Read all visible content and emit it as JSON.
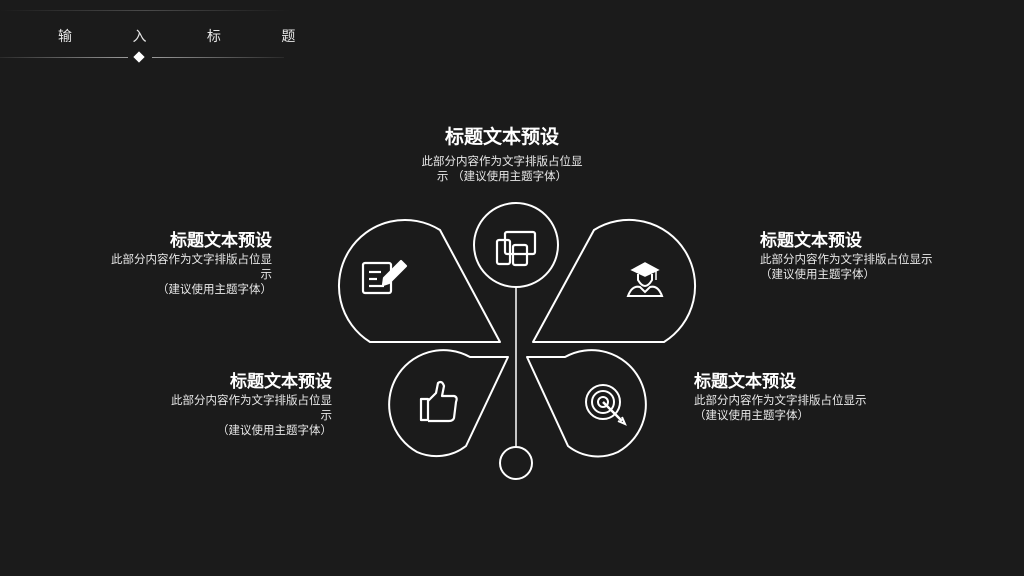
{
  "header": {
    "title": "输 入 标 题"
  },
  "blocks": {
    "top": {
      "title": "标题文本预设",
      "body": "此部分内容作为文字排版占位显示 （建议使用主题字体）"
    },
    "upper_left": {
      "title": "标题文本预设",
      "body": "此部分内容作为文字排版占位显示",
      "note": "（建议使用主题字体）"
    },
    "lower_left": {
      "title": "标题文本预设",
      "body": "此部分内容作为文字排版占位显示",
      "note": "（建议使用主题字体）"
    },
    "upper_right": {
      "title": "标题文本预设",
      "body": "此部分内容作为文字排版占位显示",
      "note": "（建议使用主题字体）"
    },
    "lower_right": {
      "title": "标题文本预设",
      "body": "此部分内容作为文字排版占位显示",
      "note": "（建议使用主题字体）"
    }
  },
  "icons": [
    "devices-icon",
    "edit-document-icon",
    "graduate-icon",
    "thumbs-up-icon",
    "target-icon"
  ],
  "colors": {
    "background": "#1b1b1b",
    "line": "#ffffff",
    "text": "#ffffff"
  }
}
